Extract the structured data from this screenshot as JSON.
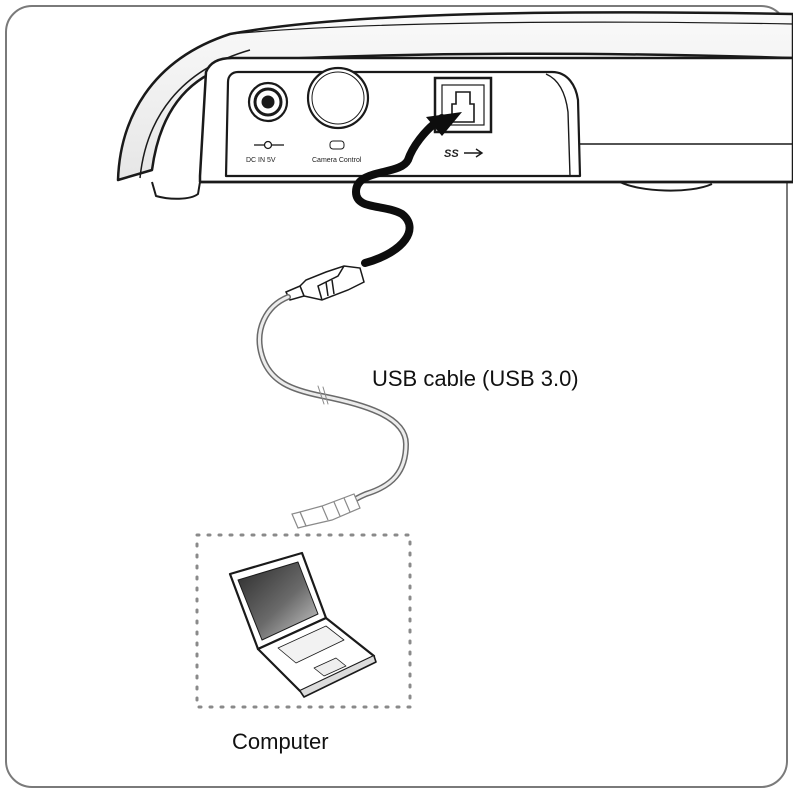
{
  "labels": {
    "cable": "USB cable (USB 3.0)",
    "computer": "Computer"
  },
  "ports": {
    "dc_in": "DC IN 5V",
    "camera_control": "Camera Control",
    "usb_logo": "SS"
  },
  "colors": {
    "frame": "#7a7a7a",
    "line": "#1a1a1a",
    "cable_black": "#0d0d0d",
    "cable_gray": "#9a9a9a",
    "screen_dark": "#2e2e2e",
    "screen_light": "#c8c8c8"
  },
  "icons": [
    "dc-power-icon",
    "usb3-logo-icon",
    "laptop-icon",
    "arrow-icon"
  ]
}
